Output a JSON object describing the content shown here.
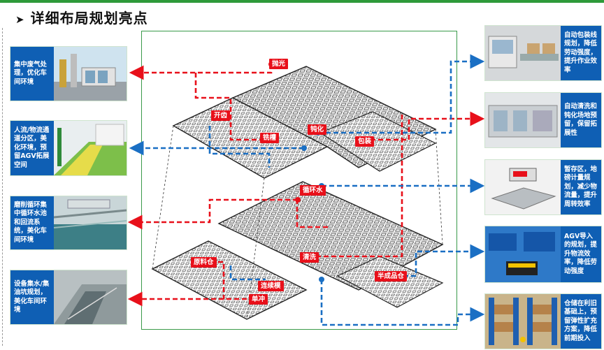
{
  "title": "详细布局规划亮点",
  "left_cards": [
    {
      "text": "集中废气处理，优化车间环境",
      "icon": "exhaust-treatment-photo"
    },
    {
      "text": "人流/物流通道分区，美化环境，预留AGV拓展空间",
      "icon": "walkway-photo"
    },
    {
      "text": "磨削循环集中循环水池和回流系统，美化车间环境",
      "icon": "coolant-pool-photo"
    },
    {
      "text": "设备集水/集油坑规划，美化车间环境",
      "icon": "drain-pit-photo"
    }
  ],
  "right_cards": [
    {
      "text": "自动包装线规划，降低劳动强度，提升作业效率",
      "icon": "packing-line-photo"
    },
    {
      "text": "自动清洗和钝化场地预留，保留拓展性",
      "icon": "cleaning-machine-photo"
    },
    {
      "text": "暂存区，地磅计量规划，减少物流量，提升周转效率",
      "icon": "floor-scale-photo"
    },
    {
      "text": "AGV导入的规划，提升物流效率，降低劳动强度",
      "icon": "agv-photo"
    },
    {
      "text": "仓储在利旧基础上，预留弹性扩充方案，降低前期投入",
      "icon": "warehouse-racks-photo"
    }
  ],
  "labels": [
    "抛光",
    "开齿",
    "铣槽",
    "钝化",
    "包装",
    "循环水",
    "原料仓",
    "清洗",
    "半成品仓",
    "连续模",
    "单冲"
  ],
  "colors": {
    "red": "#e8101a",
    "blue": "#1a6fc4",
    "card": "#0f5fb4",
    "frame": "#3a9a4a"
  }
}
